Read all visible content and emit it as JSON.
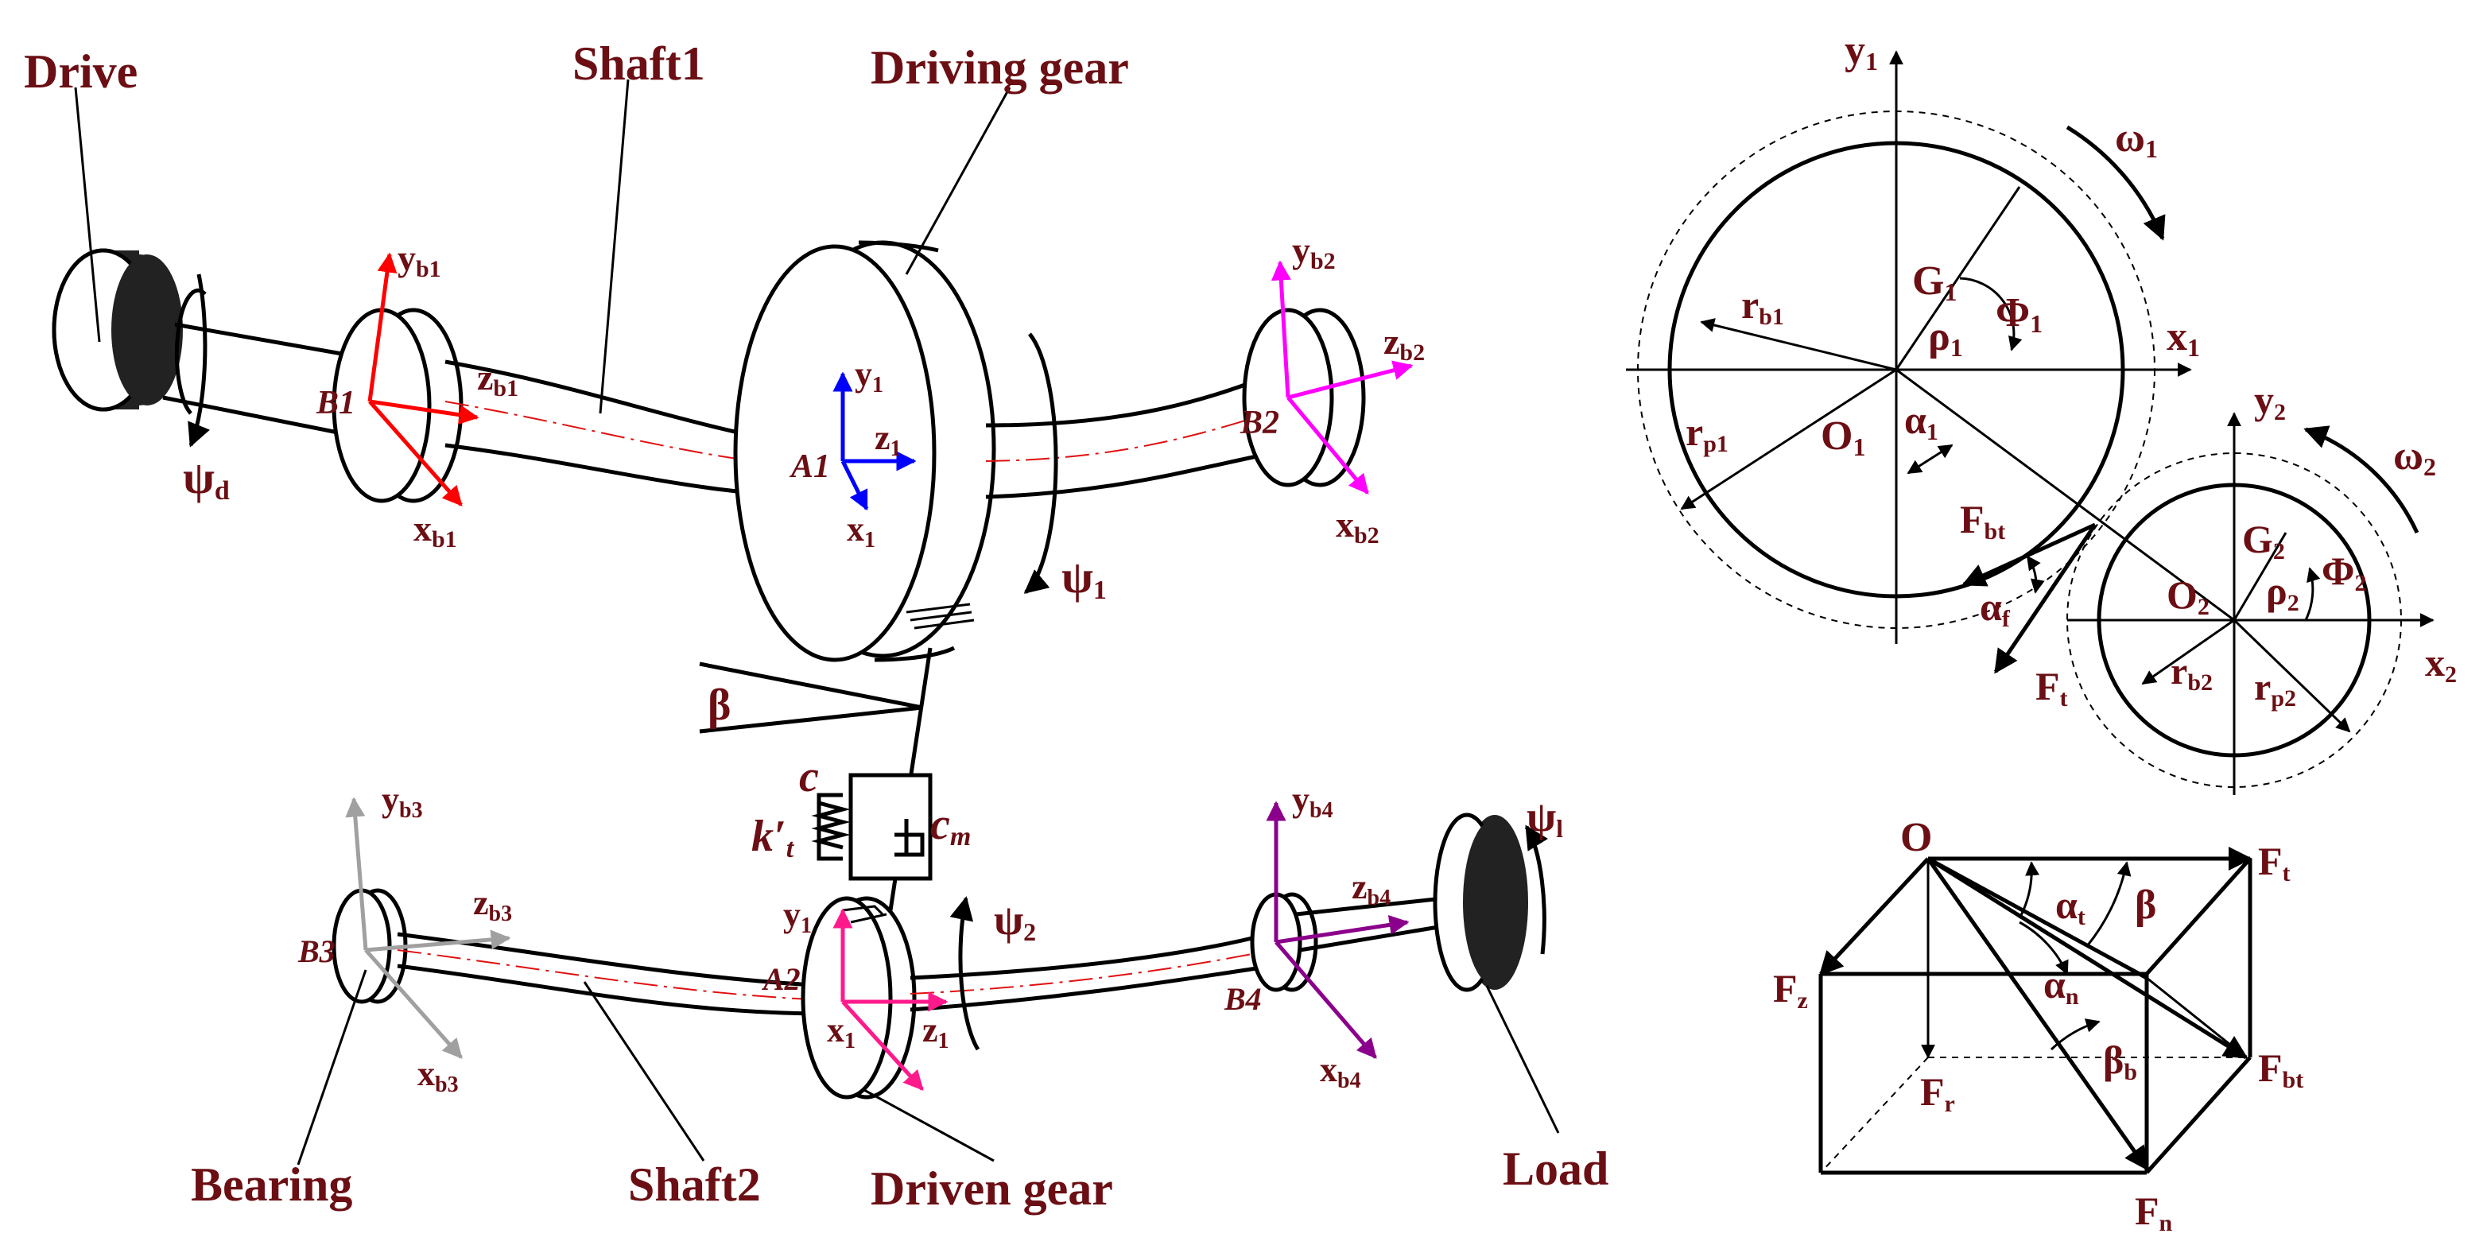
{
  "labels": {
    "drive": "Drive",
    "shaft1": "Shaft1",
    "driving_gear": "Driving gear",
    "bearing": "Bearing",
    "shaft2": "Shaft2",
    "driven_gear": "Driven gear",
    "load": "Load",
    "psi_d": "ψ",
    "psi_d_sub": "d",
    "psi_1": "ψ",
    "psi_1_sub": "1",
    "psi_2": "ψ",
    "psi_2_sub": "2",
    "psi_l": "ψ",
    "psi_l_sub": "l",
    "beta": "β",
    "c": "c",
    "c_m": "c",
    "c_m_sub": "m",
    "k_t": "k′",
    "k_t_sub": "t",
    "B1": "B1",
    "B2": "B2",
    "B3": "B3",
    "B4": "B4",
    "A1": "A1",
    "A2": "A2"
  },
  "frames": {
    "b1": {
      "y": "y",
      "y_sub": "b1",
      "z": "z",
      "z_sub": "b1",
      "x": "x",
      "x_sub": "b1",
      "color": "#ff0000"
    },
    "b2": {
      "y": "y",
      "y_sub": "b2",
      "z": "z",
      "z_sub": "b2",
      "x": "x",
      "x_sub": "b2",
      "color": "#ff00ff"
    },
    "g1": {
      "y": "y",
      "y_sub": "1",
      "z": "z",
      "z_sub": "1",
      "x": "x",
      "x_sub": "1",
      "color": "#0000ff"
    },
    "b3": {
      "y": "y",
      "y_sub": "b3",
      "z": "z",
      "z_sub": "b3",
      "x": "x",
      "x_sub": "b3",
      "color": "#a0a0a0"
    },
    "g2": {
      "y": "y",
      "y_sub": "1",
      "z": "z",
      "z_sub": "1",
      "x": "x",
      "x_sub": "1",
      "color": "#ff1a8c"
    },
    "b4": {
      "y": "y",
      "y_sub": "b4",
      "z": "z",
      "z_sub": "b4",
      "x": "x",
      "x_sub": "b4",
      "color": "#8b008b"
    }
  },
  "gear_diagram": {
    "y1": "y",
    "y1_sub": "1",
    "x1": "x",
    "x1_sub": "1",
    "omega1": "ω",
    "omega1_sub": "1",
    "G1": "G",
    "G1_sub": "1",
    "rho1": "ρ",
    "rho1_sub": "1",
    "phi1": "Φ",
    "phi1_sub": "1",
    "rb1": "r",
    "rb1_sub": "b1",
    "rp1": "r",
    "rp1_sub": "p1",
    "O1": "O",
    "O1_sub": "1",
    "alpha1": "α",
    "alpha1_sub": "1",
    "Fbt": "F",
    "Fbt_sub": "bt",
    "alpha_f": "α",
    "alpha_f_sub": "f",
    "Ft": "F",
    "Ft_sub": "t",
    "y2": "y",
    "y2_sub": "2",
    "omega2": "ω",
    "omega2_sub": "2",
    "G2": "G",
    "G2_sub": "2",
    "O2": "O",
    "O2_sub": "2",
    "rho2": "ρ",
    "rho2_sub": "2",
    "phi2": "Φ",
    "phi2_sub": "2",
    "x2": "x",
    "x2_sub": "2",
    "rb2": "r",
    "rb2_sub": "b2",
    "rp2": "r",
    "rp2_sub": "p2"
  },
  "force_diagram": {
    "O": "O",
    "alpha_t": "α",
    "alpha_t_sub": "t",
    "beta": "β",
    "Ft": "F",
    "Ft_sub": "t",
    "Fz": "F",
    "Fz_sub": "z",
    "alpha_n": "α",
    "alpha_n_sub": "n",
    "Fr": "F",
    "Fr_sub": "r",
    "beta_b": "β",
    "beta_b_sub": "b",
    "Fbt": "F",
    "Fbt_sub": "bt",
    "Fn": "F",
    "Fn_sub": "n"
  }
}
